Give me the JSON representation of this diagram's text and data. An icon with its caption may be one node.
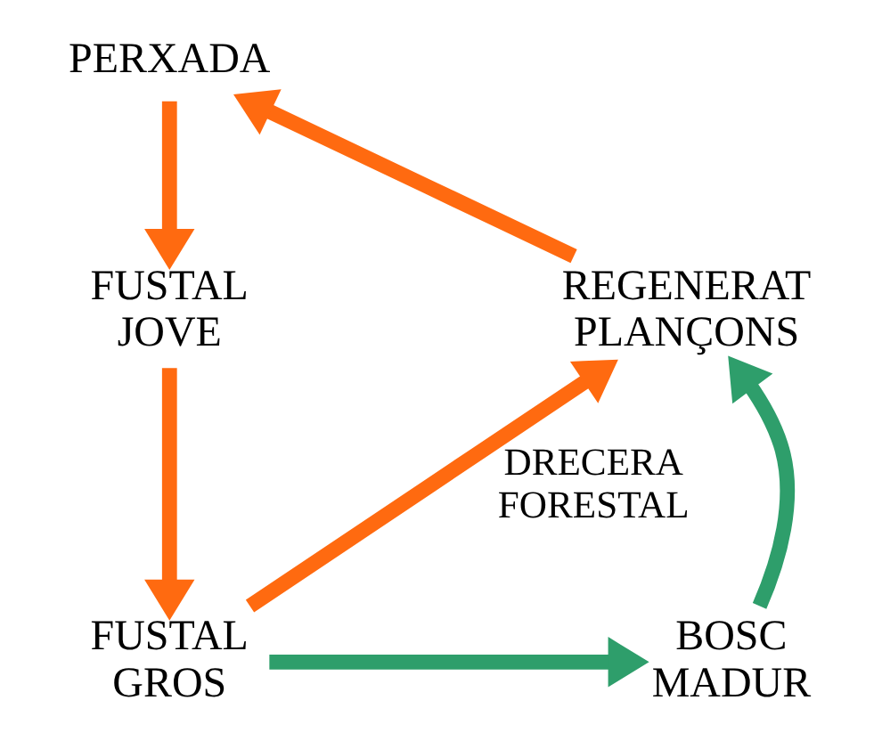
{
  "diagram": {
    "nodes": [
      {
        "text": [
          "PERXADA"
        ]
      },
      {
        "text": [
          "FUSTAL JOVE"
        ]
      },
      {
        "text": [
          "FUSTAL GROS"
        ]
      },
      {
        "text": [
          "BOSC MADUR"
        ]
      },
      {
        "text": [
          "REGENERAT PLANÇONS"
        ]
      }
    ],
    "edges": [
      {
        "from": 4,
        "to": 0,
        "arrow": "to"
      },
      {
        "from": 0,
        "to": 1,
        "arrow": "to"
      },
      {
        "from": 1,
        "to": 2,
        "arrow": "to"
      },
      {
        "from": 2,
        "to": 3,
        "arrow": "to",
        "color": "#2e9e6b"
      },
      {
        "from": 3,
        "to": 4,
        "arrow": "to",
        "color": "#2e9e6b"
      },
      {
        "from": 2,
        "to": 4,
        "arrow": "to",
        "label": "DRECERA FORESTAL"
      }
    ]
  }
}
